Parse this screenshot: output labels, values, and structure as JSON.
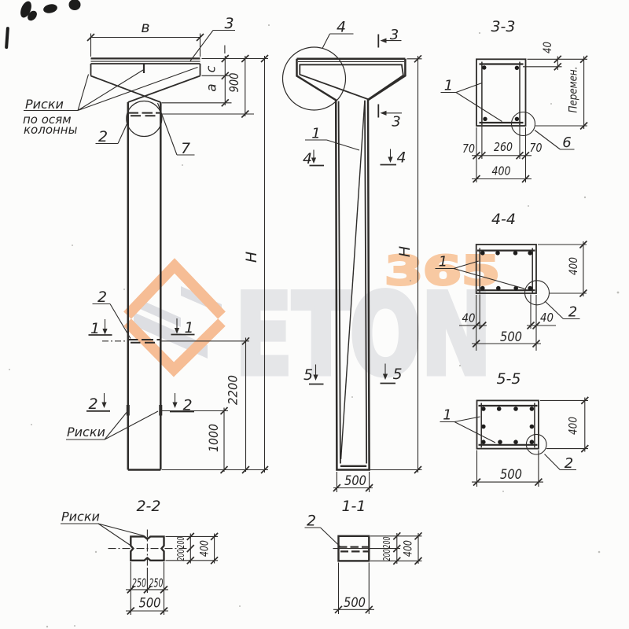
{
  "colors": {
    "ink": "#2e2c2a",
    "paper": "#fcfcfb",
    "watermark_orange": "#f5b285",
    "watermark_digits": "#f8c79e",
    "watermark_gray": "#e4e5e7",
    "watermark_logo_gray": "#dcdde0"
  },
  "watermark": {
    "brand": "ETON",
    "number": "365"
  },
  "front_view": {
    "dim_width": "в",
    "callout_3": "3",
    "axis_note_line1": "Риски",
    "axis_note_line2": "по осям",
    "axis_note_line3": "колонны",
    "callout_2_top": "2",
    "callout_7": "7",
    "dim_c": "c",
    "dim_a": "a",
    "dim_900": "900",
    "dim_H": "H",
    "cut1_left": "1",
    "cut1_right": "1",
    "callout_2_mid": "2",
    "cut2_left": "2",
    "cut2_right": "2",
    "marks_note": "Риски",
    "dim_2200": "2200",
    "dim_1000": "1000"
  },
  "side_view": {
    "callout_4": "4",
    "cut3_top": "3",
    "cut3_bottom": "3",
    "callout_1": "1",
    "cut4_left": "4",
    "cut4_right": "4",
    "cut5_left": "5",
    "cut5_right": "5",
    "dim_H": "H",
    "dim_500": "500"
  },
  "sections": {
    "s11": {
      "title": "1-1",
      "callout_2": "2",
      "dim_200a": "200",
      "dim_200b": "200",
      "dim_400": "400",
      "dim_500": "500"
    },
    "s22": {
      "title": "2-2",
      "marks_note": "Риски",
      "dim_200a": "200",
      "dim_200b": "200",
      "dim_400": "400",
      "dim_250a": "250",
      "dim_250b": "250",
      "dim_500": "500"
    },
    "s33": {
      "title": "3-3",
      "callout_1": "1",
      "callout_6": "6",
      "dim_40": "40",
      "dim_var": "Перемен.",
      "dim_70a": "70",
      "dim_260": "260",
      "dim_70b": "70",
      "dim_400": "400"
    },
    "s44": {
      "title": "4-4",
      "callout_1": "1",
      "callout_2": "2",
      "dim_400": "400",
      "dim_40a": "40",
      "dim_40b": "40",
      "dim_500": "500"
    },
    "s55": {
      "title": "5-5",
      "callout_1": "1",
      "callout_2": "2",
      "dim_400": "400",
      "dim_500": "500"
    }
  }
}
